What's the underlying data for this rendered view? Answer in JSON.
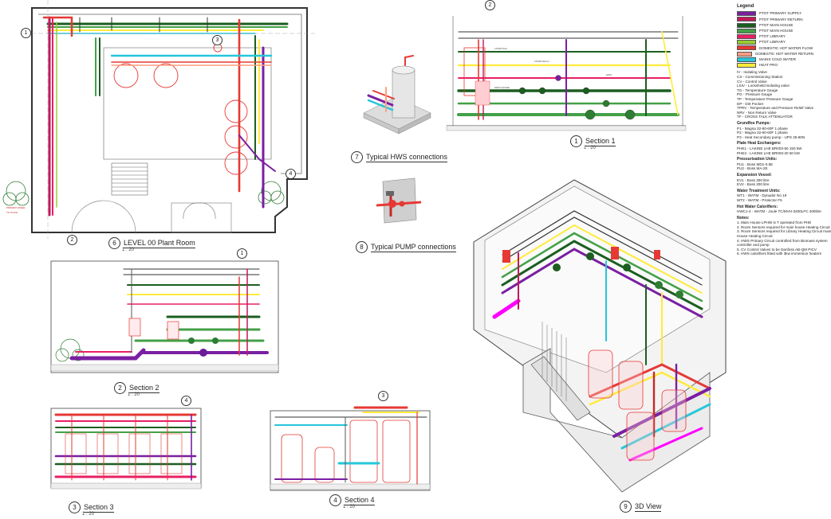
{
  "views": {
    "plan": {
      "number": "6",
      "title": "LEVEL 00 Plant Room",
      "scale": "1 : 20"
    },
    "section1": {
      "number": "1",
      "title": "Section 1",
      "scale": "1 : 20"
    },
    "section2": {
      "number": "2",
      "title": "Section 2",
      "scale": "1 : 20"
    },
    "section3": {
      "number": "3",
      "title": "Section 3",
      "scale": "1 : 20"
    },
    "section4": {
      "number": "4",
      "title": "Section 4",
      "scale": "1 : 20"
    },
    "hws": {
      "number": "7",
      "title": "Typical HWS connections"
    },
    "pump": {
      "number": "8",
      "title": "Typical PUMP connections"
    },
    "view3d": {
      "number": "9",
      "title": "3D View"
    }
  },
  "gridMarkers": [
    "1",
    "2",
    "3",
    "4"
  ],
  "legend": {
    "title": "Legend",
    "swatches": [
      {
        "label": "PTOT PRIMARY SUPPLY",
        "color": "#7a1fa2"
      },
      {
        "label": "PTOT PRIMARY RETURN",
        "color": "#c2185b"
      },
      {
        "label": "PTOT MAIN HOUSE",
        "color": "#1b5e20"
      },
      {
        "label": "PTOT MAIN HOUSE",
        "color": "#43a047"
      },
      {
        "label": "PTOT LIBRARY",
        "color": "#e91e63"
      },
      {
        "label": "PTOT LIBRARY",
        "color": "#9acd32"
      },
      {
        "label": "DOMESTIC HOT WATER FLOW",
        "color": "#e53935"
      },
      {
        "label": "DOMESTIC HOT WATER RETURN",
        "color": "#ff9e80"
      },
      {
        "label": "MAINS COLD WATER",
        "color": "#26c6da"
      },
      {
        "label": "HEAT PRO",
        "color": "#ffeb3b"
      }
    ],
    "abbrev": [
      "IV - Isolating Valve",
      "CS - Commissioning Station",
      "CV - Control Valve",
      "LSIV - Lockshield isolating valve",
      "TG - Temperature Gauge",
      "PG - Pressure Gauge",
      "TP - Temperature Pressure Gauge",
      "DP - Dirt Pocket",
      "TPRV - Temperature and Pressure Relief Valve",
      "NRV - Non Return Valve",
      "TF - CROSS TALK ATTENUATOR"
    ],
    "sections": [
      {
        "heading": "Grundfos Pumps:",
        "lines": [
          "P1 - Magna 32-80-60F 1 phase",
          "P2 - Magna 32-60-60F 1 phase",
          "P3 - Heat Secondary pump - UPS 25-80N"
        ]
      },
      {
        "heading": "Plate Heat Exchangers:",
        "lines": [
          "PHE1 - LAKINE LHE BR003-50 150 kW",
          "PHE2 - LAKINE LHE BR003-20 50 kW"
        ]
      },
      {
        "heading": "Pressurisation Units:",
        "lines": [
          "PU1 - Boss MD1-0.5E",
          "PU2 - Boss MA-2E"
        ]
      },
      {
        "heading": "Expansion Vessel:",
        "lines": [
          "EV1 - Boss 300 litre",
          "EV2 - Boss 200 litre"
        ]
      },
      {
        "heading": "Water Treatment Units:",
        "lines": [
          "WT1 - WATM - Dynador No 19",
          "WT2 - WATM - Protector F5"
        ]
      },
      {
        "heading": "Hot Water Calorifiers:",
        "lines": [
          "HWC1-4 - WATM - Joule TC/MVH-3400LFC 400litre"
        ]
      },
      {
        "heading": "Notes:",
        "lines": [
          "1. Main House LPHW is T operated from PHE",
          "2. Room Sensors required for main house Heating Circuit",
          "3. Room Sensors required for Library Heating Circuit main",
          "House Heating Circuit",
          "4. HWS Primary Circuit controlled from Biomass system",
          "controller and pump",
          "5. CV Control Valves to be Danfoss AB-QM PICV",
          "6. HWS calorifiers fitted with 3kw immersion heaters"
        ]
      }
    ]
  }
}
